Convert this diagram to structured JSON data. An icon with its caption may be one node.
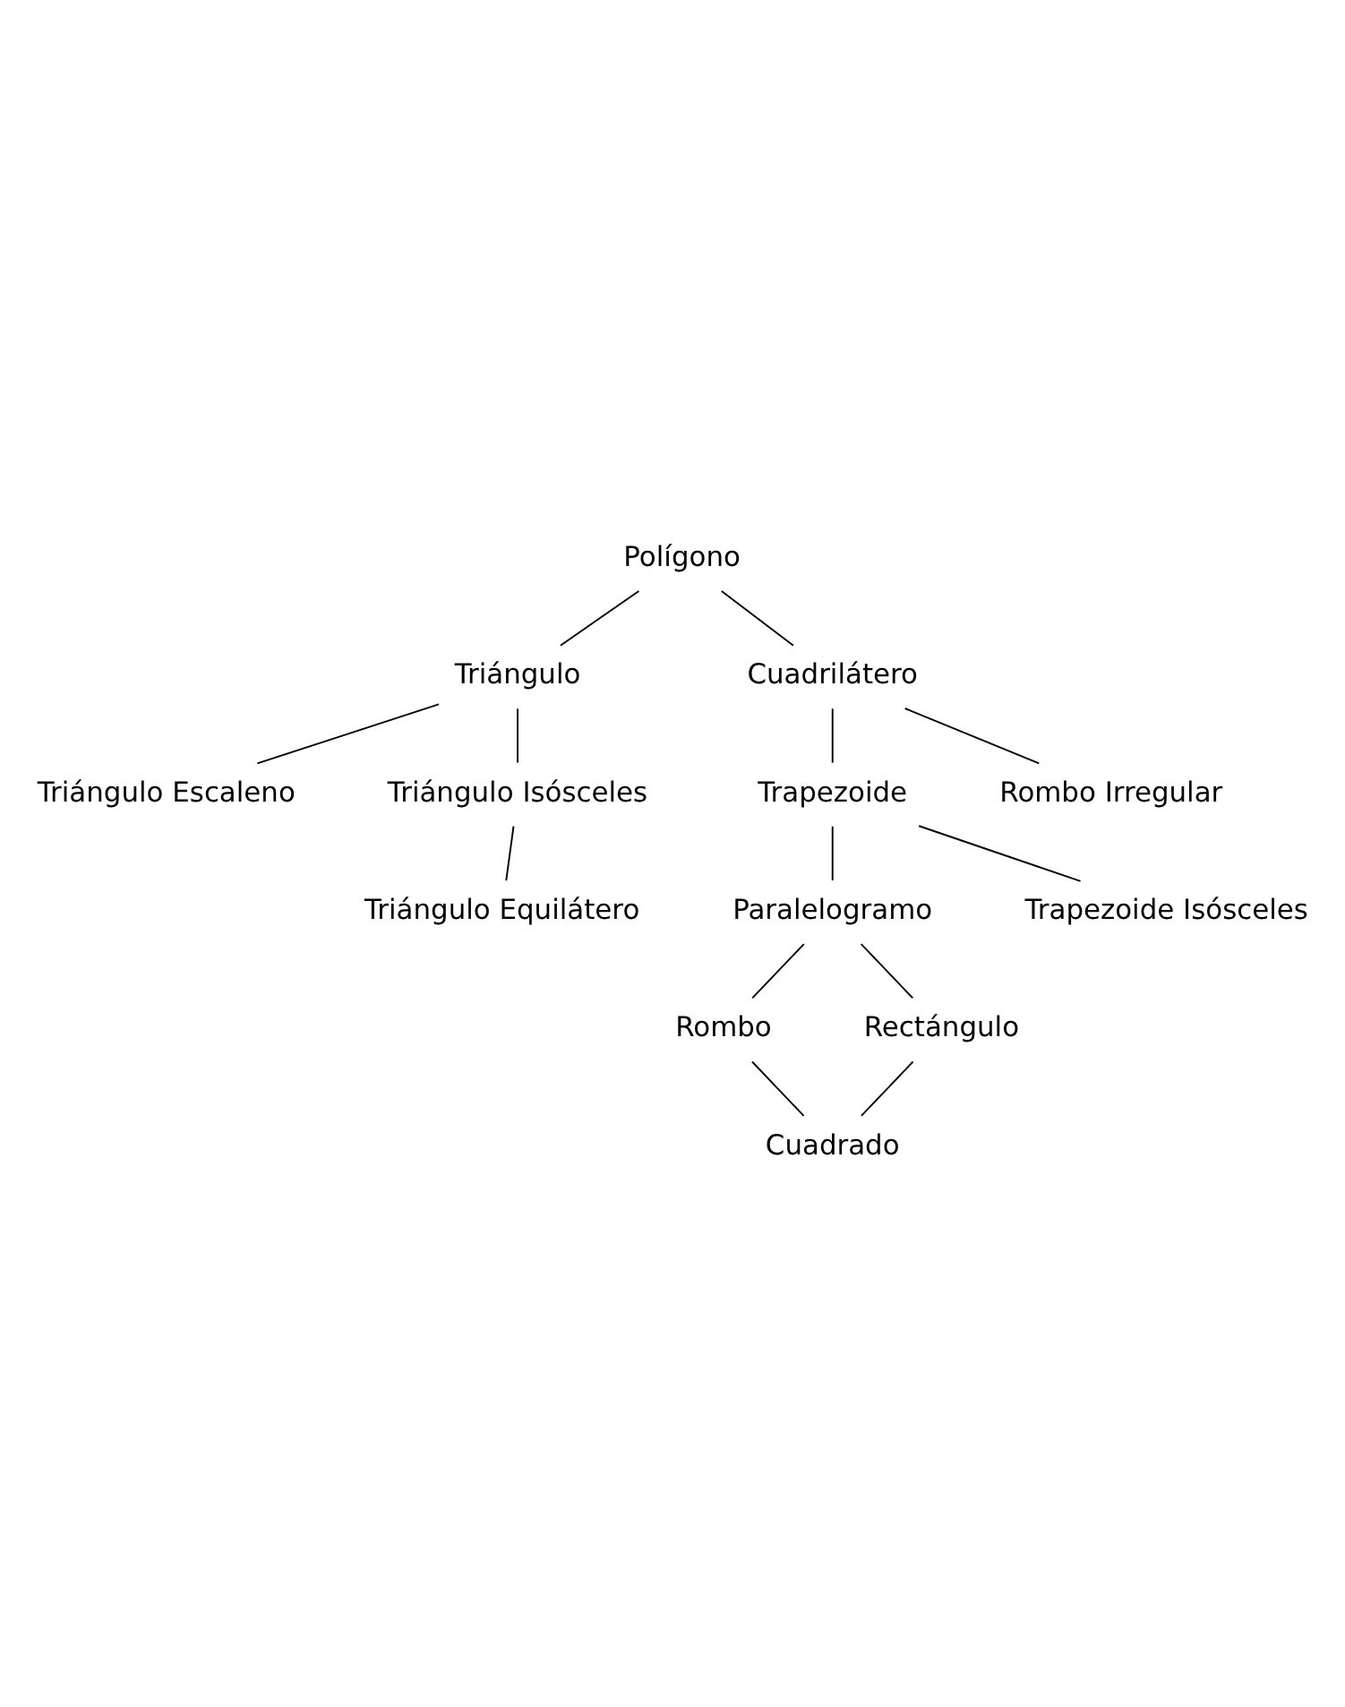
{
  "diagram": {
    "nodes": [
      {
        "text": [
          "Polígono"
        ]
      },
      {
        "text": [
          "Triángulo"
        ]
      },
      {
        "text": [
          "Triángulo Escaleno"
        ]
      },
      {
        "text": [
          "Triángulo Isósceles"
        ]
      },
      {
        "text": [
          "Triángulo Equilátero"
        ]
      },
      {
        "text": [
          "Cuadrilátero"
        ]
      },
      {
        "text": [
          "Trapezoide"
        ]
      },
      {
        "text": [
          "Rombo Irregular"
        ]
      },
      {
        "text": [
          "Paralelogramo"
        ]
      },
      {
        "text": [
          "Trapezoide Isósceles"
        ]
      },
      {
        "text": [
          "Rombo"
        ]
      },
      {
        "text": [
          "Rectángulo"
        ]
      },
      {
        "text": [
          "Cuadrado"
        ]
      }
    ],
    "edges": [
      {
        "from": 0,
        "to": 1,
        "arrow": "none"
      },
      {
        "from": 1,
        "to": 2,
        "arrow": "none"
      },
      {
        "from": 1,
        "to": 3,
        "arrow": "none"
      },
      {
        "from": 3,
        "to": 4,
        "arrow": "none"
      },
      {
        "from": 0,
        "to": 5,
        "arrow": "none"
      },
      {
        "from": 5,
        "to": 7,
        "arrow": "none"
      },
      {
        "from": 5,
        "to": 6,
        "arrow": "none"
      },
      {
        "from": 6,
        "to": 8,
        "arrow": "none"
      },
      {
        "from": 6,
        "to": 9,
        "arrow": "none"
      },
      {
        "from": 8,
        "to": 10,
        "arrow": "none"
      },
      {
        "from": 8,
        "to": 11,
        "arrow": "none"
      },
      {
        "from": 10,
        "to": 12,
        "arrow": "none"
      },
      {
        "from": 11,
        "to": 12,
        "arrow": "none"
      }
    ]
  }
}
